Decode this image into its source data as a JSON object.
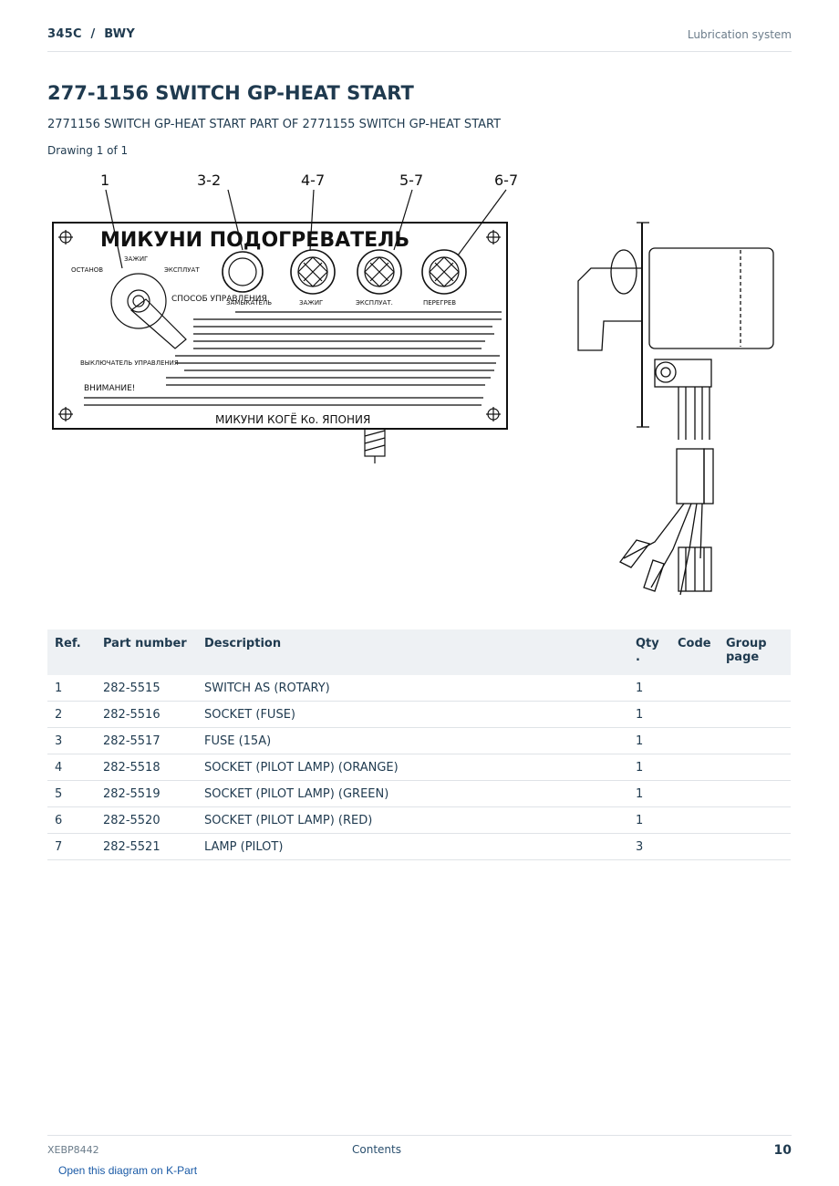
{
  "header": {
    "model": "345C  /  BWY",
    "section": "Lubrication system"
  },
  "title": "277-1156 SWITCH GP-HEAT START",
  "subtitle": "2771156 SWITCH GP-HEAT START PART OF 2771155 SWITCH GP-HEAT START",
  "drawing_label": "Drawing 1 of 1",
  "drawing": {
    "callouts": [
      "1",
      "3-2",
      "4-7",
      "5-7",
      "6-7"
    ],
    "plate_title": "МИКУНИ ПОДОГРЕВАТЕЛЬ",
    "plate_labels": [
      "ОСТАНОВ",
      "ЗАЖИГ",
      "ЭКСПЛУАТ",
      "СПОСОБ УПРАВЛЕНИЯ",
      "ЗАМЫКАТЕЛЬ",
      "ЗАЖИГ",
      "ЭКСПЛУАТ.",
      "ПЕРЕГРЕВ",
      "ВЫКЛЮЧАТЕЛЬ УПРАВЛЕНИЯ",
      "ВНИМАНИЕ!"
    ],
    "plate_footer": "МИКУНИ КОГЁ Ко. ЯПОНИЯ"
  },
  "table": {
    "headers": {
      "ref": "Ref.",
      "part": "Part number",
      "desc": "Description",
      "qty": "Qty\n.",
      "code": "Code",
      "group": "Group page"
    },
    "rows": [
      {
        "ref": "1",
        "part": "282-5515",
        "desc": "SWITCH AS (ROTARY)",
        "qty": "1",
        "code": "",
        "group": ""
      },
      {
        "ref": "2",
        "part": "282-5516",
        "desc": "SOCKET (FUSE)",
        "qty": "1",
        "code": "",
        "group": ""
      },
      {
        "ref": "3",
        "part": "282-5517",
        "desc": "FUSE (15A)",
        "qty": "1",
        "code": "",
        "group": ""
      },
      {
        "ref": "4",
        "part": "282-5518",
        "desc": "SOCKET (PILOT LAMP) (ORANGE)",
        "qty": "1",
        "code": "",
        "group": ""
      },
      {
        "ref": "5",
        "part": "282-5519",
        "desc": "SOCKET (PILOT LAMP) (GREEN)",
        "qty": "1",
        "code": "",
        "group": ""
      },
      {
        "ref": "6",
        "part": "282-5520",
        "desc": "SOCKET (PILOT LAMP) (RED)",
        "qty": "1",
        "code": "",
        "group": ""
      },
      {
        "ref": "7",
        "part": "282-5521",
        "desc": "LAMP (PILOT)",
        "qty": "3",
        "code": "",
        "group": ""
      }
    ]
  },
  "footer": {
    "doc_id": "XEBP8442",
    "contents_link": "Contents",
    "page_number": "10",
    "kpart_link": "Open this diagram on K-Part"
  }
}
